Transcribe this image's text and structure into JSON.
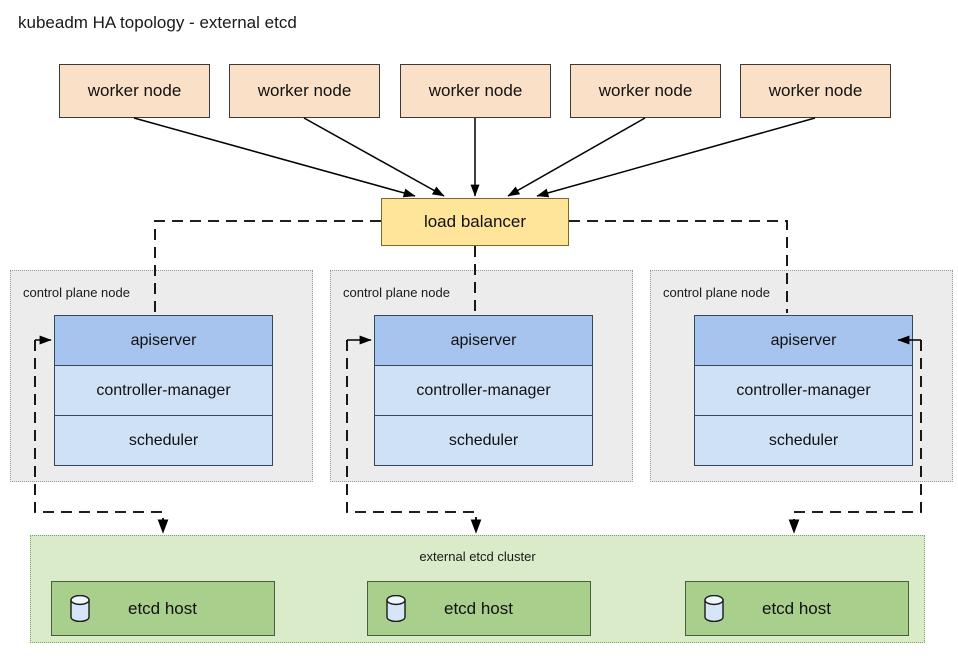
{
  "diagram": {
    "title": "kubeadm HA topology - external etcd",
    "type": "architecture-diagram"
  },
  "colors": {
    "worker_fill": "#fbe0c8",
    "load_balancer_fill": "#ffe59a",
    "control_plane_fill": "#ececec",
    "apiserver_fill": "#a6c4ee",
    "component_fill": "#cfe1f5",
    "etcd_cluster_fill": "#d9ebc9",
    "etcd_host_fill": "#a9cf8c",
    "stroke": "#000000"
  },
  "workers": [
    {
      "label": "worker node"
    },
    {
      "label": "worker node"
    },
    {
      "label": "worker node"
    },
    {
      "label": "worker node"
    },
    {
      "label": "worker node"
    }
  ],
  "load_balancer": {
    "label": "load balancer"
  },
  "control_planes": [
    {
      "label": "control plane node",
      "components": [
        {
          "name": "apiserver",
          "label": "apiserver"
        },
        {
          "name": "controller-manager",
          "label": "controller-manager"
        },
        {
          "name": "scheduler",
          "label": "scheduler"
        }
      ]
    },
    {
      "label": "control plane node",
      "components": [
        {
          "name": "apiserver",
          "label": "apiserver"
        },
        {
          "name": "controller-manager",
          "label": "controller-manager"
        },
        {
          "name": "scheduler",
          "label": "scheduler"
        }
      ]
    },
    {
      "label": "control plane node",
      "components": [
        {
          "name": "apiserver",
          "label": "apiserver"
        },
        {
          "name": "controller-manager",
          "label": "controller-manager"
        },
        {
          "name": "scheduler",
          "label": "scheduler"
        }
      ]
    }
  ],
  "etcd_cluster": {
    "label": "external etcd cluster",
    "hosts": [
      {
        "label": "etcd host",
        "icon": "database-cylinder-icon"
      },
      {
        "label": "etcd host",
        "icon": "database-cylinder-icon"
      },
      {
        "label": "etcd host",
        "icon": "database-cylinder-icon"
      }
    ]
  }
}
